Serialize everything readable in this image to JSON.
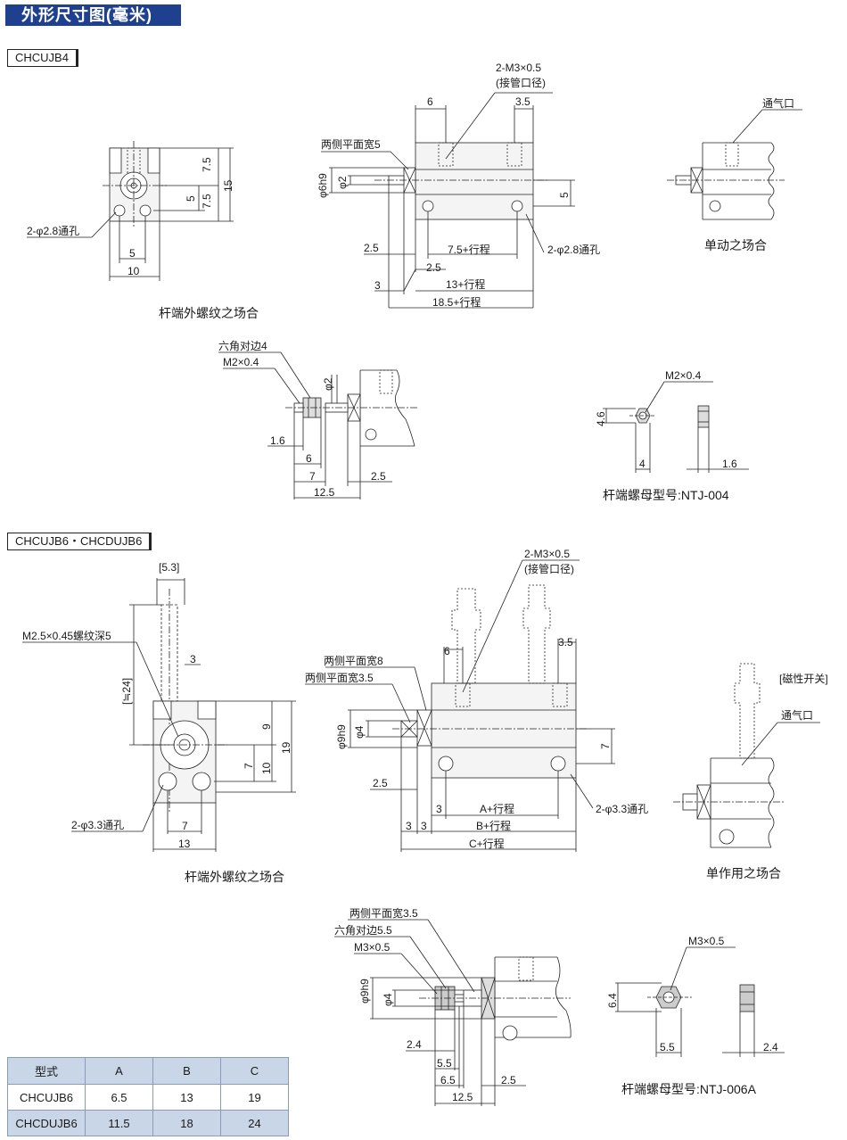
{
  "header": {
    "title": "外形尺寸图(毫米)"
  },
  "sections": {
    "s1_model": "CHCUJB4",
    "s2_model": "CHCUJB6・CHCDUJB6"
  },
  "captions": {
    "rod_male_1": "杆端外螺纹之场合",
    "single_act_1": "单动之场合",
    "nut_1": "杆端螺母型号:NTJ-004",
    "rod_male_2": "杆端外螺纹之场合",
    "single_act_2": "单作用之场合",
    "nut_2": "杆端螺母型号:NTJ-006A"
  },
  "labels": {
    "port_thread": "2-M3×0.5",
    "port_note": "(接管口径)",
    "flats5": "两侧平面宽5",
    "phi6h9": "φ6h9",
    "phi2": "φ2",
    "hole28": "2-φ2.8通孔",
    "vent": "通气口",
    "hex4": "六角对边4",
    "m2": "M2×0.4",
    "m25": "M2.5×0.45螺纹深5",
    "flats8": "两侧平面宽8",
    "flats35": "两侧平面宽3.5",
    "phi9h9": "φ9h9",
    "phi4": "φ4",
    "hole33": "2-φ3.3通孔",
    "mag_switch": "[磁性开关]",
    "hex55": "六角对边5.5",
    "m3": "M3×0.5",
    "d53": "[5.3]",
    "d24": "[≒24]",
    "a_stroke": "A+行程",
    "b_stroke": "B+行程",
    "c_stroke": "C+行程",
    "s75": "7.5+行程",
    "s13": "13+行程",
    "s185": "18.5+行程"
  },
  "dims1": {
    "d75a": "7.5",
    "d15": "15",
    "d5": "5",
    "d75b": "7.5",
    "d5b": "5",
    "d10": "10",
    "d6": "6",
    "d35": "3.5",
    "d5c": "5",
    "d25a": "2.5",
    "d25b": "2.5",
    "d3": "3"
  },
  "dims1b": {
    "d16": "1.6",
    "d6": "6",
    "d7": "7",
    "d125": "12.5",
    "d25": "2.5",
    "d46": "4.6",
    "d4": "4",
    "d16b": "1.6"
  },
  "dims2": {
    "d3": "3",
    "d9": "9",
    "d19": "19",
    "d7": "7",
    "d10": "10",
    "d7b": "7",
    "d13": "13",
    "d6": "6",
    "d35": "3.5",
    "d7c": "7",
    "d25": "2.5",
    "d3a": "3",
    "d3b": "3",
    "d3c": "3"
  },
  "dims2b": {
    "d24": "2.4",
    "d55": "5.5",
    "d65": "6.5",
    "d125": "12.5",
    "d25": "2.5",
    "d64": "6.4",
    "d55b": "5.5",
    "d24b": "2.4"
  },
  "table": {
    "headers": [
      "型式",
      "A",
      "B",
      "C"
    ],
    "rows": [
      [
        "CHCUJB6",
        "6.5",
        "13",
        "19"
      ],
      [
        "CHCDUJB6",
        "11.5",
        "18",
        "24"
      ]
    ]
  }
}
